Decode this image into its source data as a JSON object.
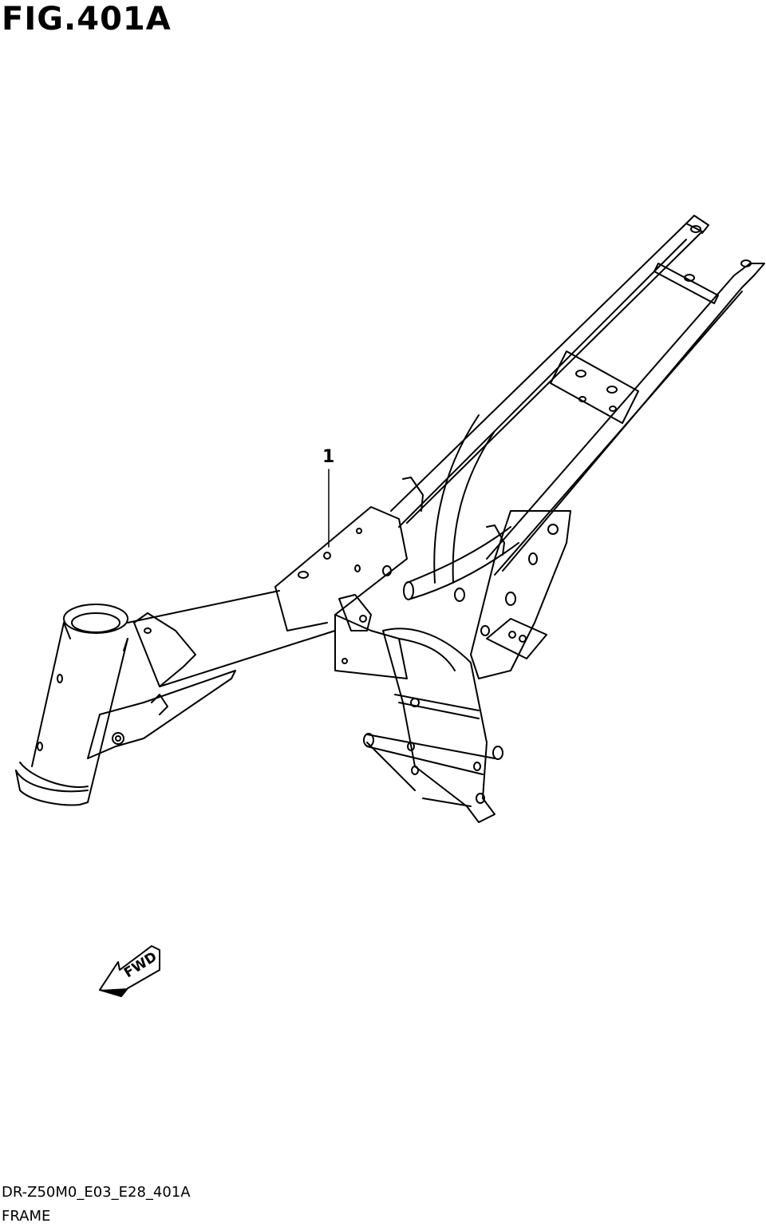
{
  "figure": {
    "title": "FIG.401A",
    "callout_label": "1",
    "fwd_label": "FWD"
  },
  "footer": {
    "code": "DR-Z50M0_E03_E28_401A",
    "name": "FRAME"
  },
  "colors": {
    "line": "#000000",
    "background": "#ffffff"
  }
}
